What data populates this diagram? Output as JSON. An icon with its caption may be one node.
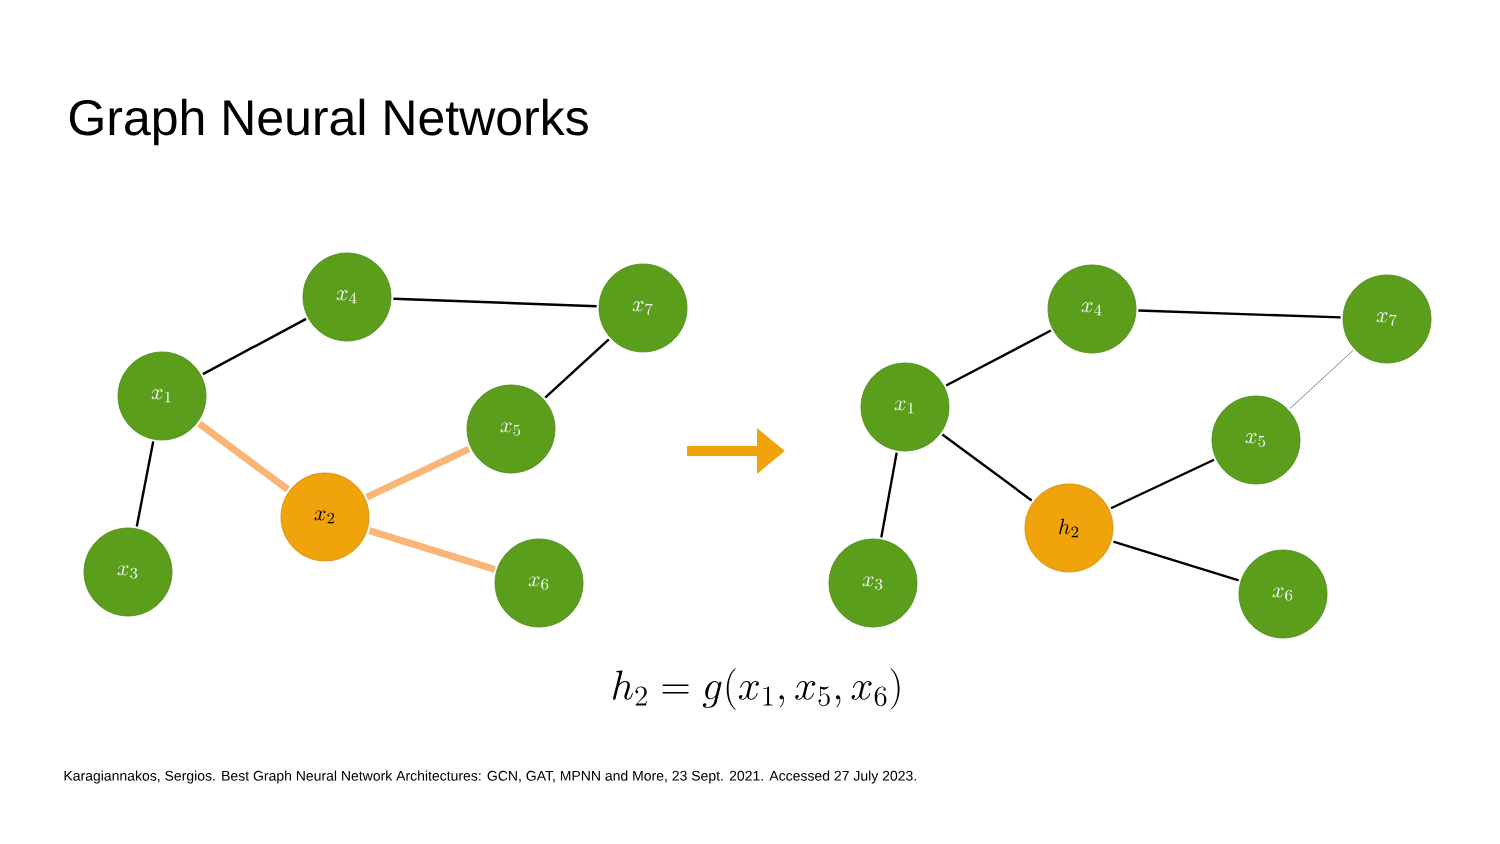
{
  "diagram": {
    "title": "Graph Neural Networks",
    "nodes": [
      {
        "text": [
          "x_1"
        ]
      },
      {
        "text": [
          "x_2"
        ]
      },
      {
        "text": [
          "x_3"
        ]
      },
      {
        "text": [
          "x_4"
        ]
      },
      {
        "text": [
          "x_5"
        ]
      },
      {
        "text": [
          "x_6"
        ]
      },
      {
        "text": [
          "x_7"
        ]
      },
      {
        "text": [
          "x_1"
        ]
      },
      {
        "text": [
          "h_2"
        ]
      },
      {
        "text": [
          "x_3"
        ]
      },
      {
        "text": [
          "x_4"
        ]
      },
      {
        "text": [
          "x_5"
        ]
      },
      {
        "text": [
          "x_6"
        ]
      },
      {
        "text": [
          "x_7"
        ]
      }
    ],
    "edges": [
      {
        "from": 3,
        "to": 6,
        "arrow": "none"
      },
      {
        "from": 0,
        "to": 3,
        "arrow": "none"
      },
      {
        "from": 6,
        "to": 4,
        "arrow": "none"
      },
      {
        "from": 0,
        "to": 2,
        "arrow": "none"
      },
      {
        "from": 0,
        "to": 1,
        "arrow": "none",
        "style": "thick",
        "color": "#f9b677"
      },
      {
        "from": 1,
        "to": 4,
        "arrow": "none",
        "style": "thick",
        "color": "#f9b677"
      },
      {
        "from": 1,
        "to": 5,
        "arrow": "none",
        "style": "thick",
        "color": "#f9b677"
      },
      {
        "from": 10,
        "to": 13,
        "arrow": "none"
      },
      {
        "from": 7,
        "to": 10,
        "arrow": "none"
      },
      {
        "from": 13,
        "to": 11,
        "arrow": "none",
        "color": "#666666"
      },
      {
        "from": 7,
        "to": 9,
        "arrow": "none"
      },
      {
        "from": 7,
        "to": 8,
        "arrow": "none"
      },
      {
        "from": 8,
        "to": 11,
        "arrow": "none"
      },
      {
        "from": 8,
        "to": 12,
        "arrow": "none"
      }
    ],
    "labels": [
      "h_2 = g(x_1, x_5, x_6)",
      "Karagiannakos, Sergios. Best Graph Neural Network Architectures: GCN, GAT, MPNN and More, 23 Sept. 2021. Accessed 27 July 2023."
    ]
  }
}
